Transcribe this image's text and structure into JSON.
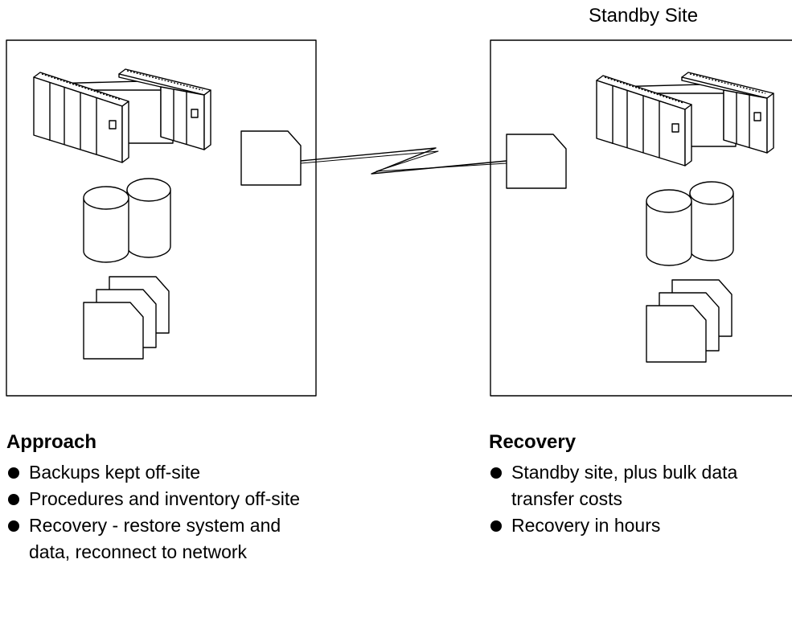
{
  "standby_site_title": "Standby Site",
  "approach": {
    "heading": "Approach",
    "items": [
      "Backups kept off-site",
      "Procedures and inventory off-site",
      "Recovery - restore system and data, reconnect to network"
    ]
  },
  "recovery": {
    "heading": "Recovery",
    "items": [
      "Standby site, plus bulk data transfer costs",
      "Recovery in hours"
    ]
  },
  "icons": {
    "mainframe": "mainframe-server-icon",
    "disk": "disk-storage-icon",
    "documents": "documents-icon",
    "comm_unit": "communication-unit-icon",
    "link": "lightning-link-icon"
  }
}
